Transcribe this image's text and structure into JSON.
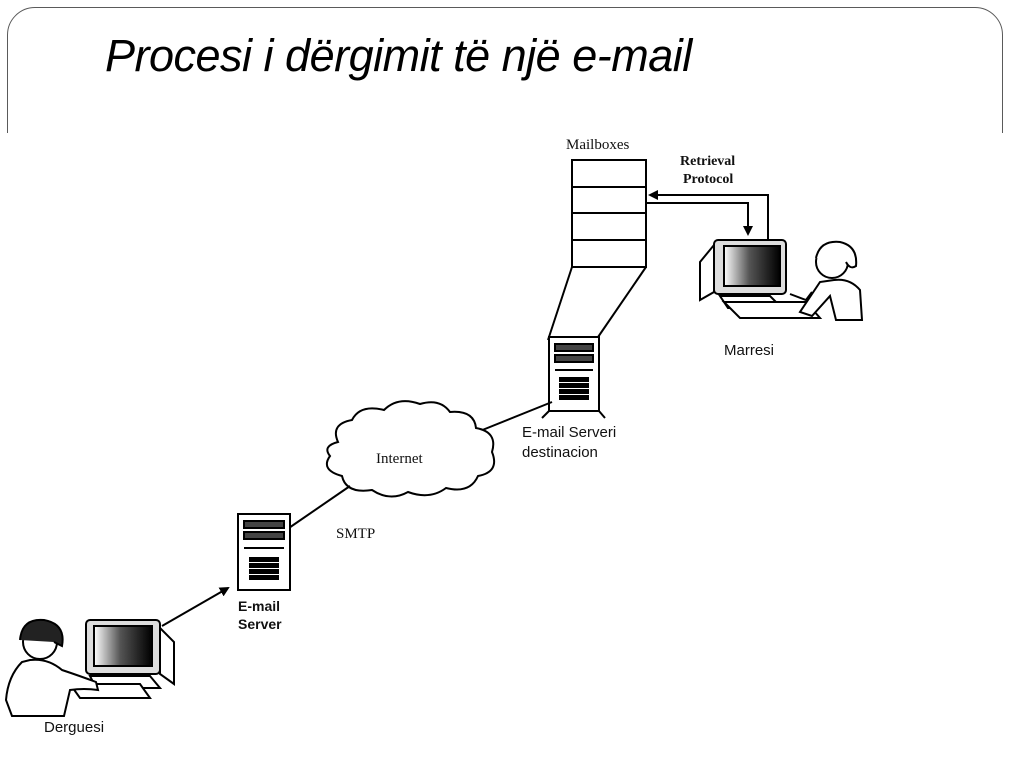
{
  "slide": {
    "title": "Procesi i dërgimit të një e-mail"
  },
  "diagram": {
    "mailboxes_label": "Mailboxes",
    "retrieval_label_line1": "Retrieval",
    "retrieval_label_line2": "Protocol",
    "receiver_label": "Marresi",
    "dest_server_label_line1": "E-mail Serveri",
    "dest_server_label_line2": "destinacion",
    "internet_label": "Internet",
    "smtp_label": "SMTP",
    "sender_server_label_line1": "E-mail",
    "sender_server_label_line2": "Server",
    "sender_label": "Derguesi"
  }
}
